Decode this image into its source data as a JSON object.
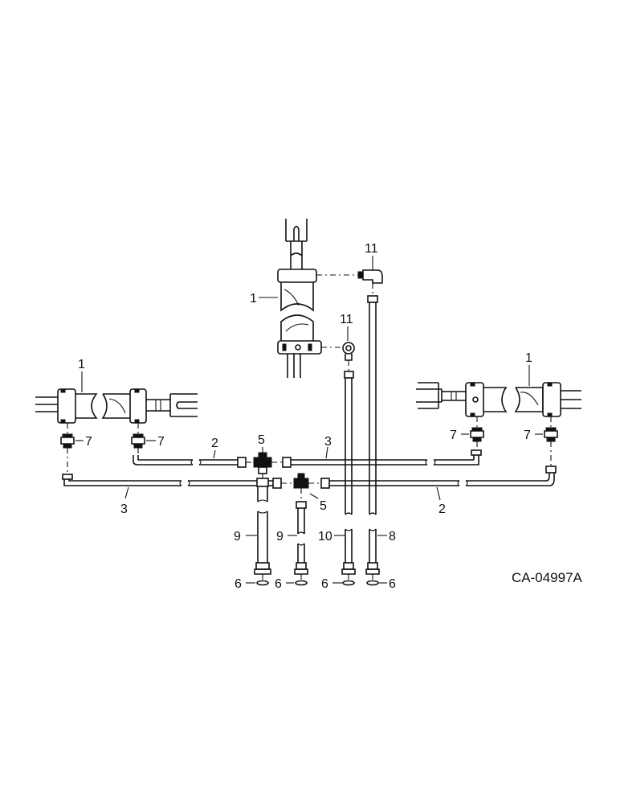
{
  "drawing_code": "CA-04997A",
  "callouts": {
    "c1_top": "1",
    "c11_top": "11",
    "c11_mid": "11",
    "c1_left": "1",
    "c1_right": "1",
    "c7_a": "7",
    "c7_b": "7",
    "c7_c": "7",
    "c7_d": "7",
    "c2_left": "2",
    "c5_top": "5",
    "c3_mid": "3",
    "c3_left": "3",
    "c5_low": "5",
    "c2_right": "2",
    "c9_a": "9",
    "c9_b": "9",
    "c10": "10",
    "c8": "8",
    "c6_a": "6",
    "c6_b": "6",
    "c6_c": "6",
    "c6_d": "6"
  }
}
